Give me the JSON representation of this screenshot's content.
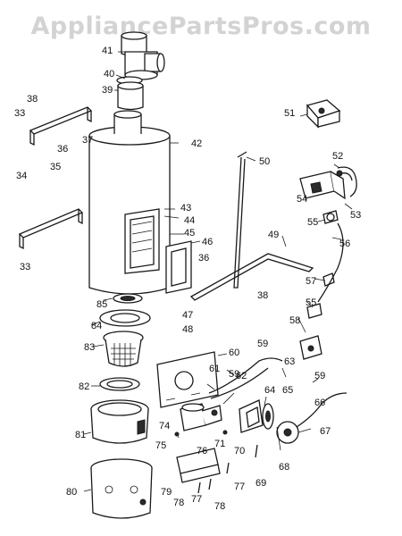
{
  "watermark": "AppliancePartsPros.com",
  "labels": [
    "41",
    "40",
    "39",
    "38",
    "33",
    "36",
    "37",
    "35",
    "34",
    "42",
    "43",
    "44",
    "45",
    "46",
    "36",
    "33",
    "50",
    "51",
    "52",
    "54",
    "53",
    "55",
    "56",
    "49",
    "57",
    "38",
    "55",
    "85",
    "84",
    "47",
    "48",
    "58",
    "83",
    "60",
    "59",
    "82",
    "61",
    "62",
    "59",
    "63",
    "64",
    "65",
    "59",
    "66",
    "74",
    "81",
    "75",
    "71",
    "76",
    "70",
    "67",
    "68",
    "77",
    "69",
    "80",
    "79",
    "78",
    "77",
    "78"
  ]
}
